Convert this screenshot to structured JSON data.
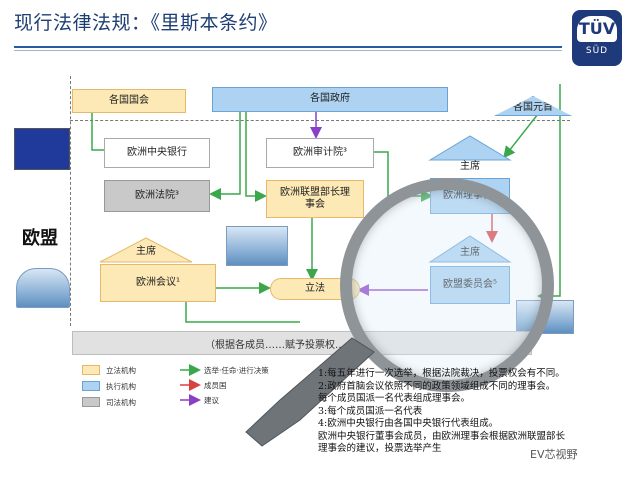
{
  "title": "现行法律法规：《里斯本条约》",
  "logo": {
    "line1": "TÜV",
    "line2": "SÜD"
  },
  "eu_label": "欧盟",
  "nodes": {
    "national_parliaments": "各国国会",
    "national_governments": "各国政府",
    "heads_of_state": "各国元首",
    "ecb": "欧洲中央银行",
    "court_of_auditors": "欧洲审计院³",
    "court_of_justice": "欧洲法院³",
    "council_of_ministers": "欧洲联盟部长理事会",
    "chair_european_council": "主席",
    "european_council": "欧洲理事会³",
    "chair_parliament": "主席",
    "european_parliament": "欧洲会议¹",
    "legislation": "立法",
    "chair_commission": "主席",
    "european_commission": "欧盟委员会⁵"
  },
  "bottom_bar": "（根据各成员……赋予投票权……）",
  "legend": {
    "legislative": "立法机构",
    "executive": "执行机构",
    "judicial": "司法机构",
    "elect": "选举·任命·进行决策",
    "member_state": "成员国",
    "proposal": "建议"
  },
  "notes": [
    "1:每五年进行一次选举，根据法院裁决，投票权会有不同。",
    "2:政府首脑会议依照不同的政策领域组成不同的理事会。",
    "每个成员国派一名代表组成理事会。",
    "3:每个成员国派一名代表",
    "4:欧洲中央银行由各国中央银行代表组成。",
    "欧洲中央银行董事会成员，由欧洲理事会根据欧洲联盟部长",
    "理事会的建议，投票选举产生"
  ],
  "watermark": "EV芯视野",
  "colors": {
    "legislative": "#fde9b5",
    "executive": "#aed2f1",
    "judicial": "#c9c9c9",
    "arrow_green": "#3aa84a",
    "arrow_purple": "#8a3fc7",
    "arrow_red": "#d94040"
  }
}
